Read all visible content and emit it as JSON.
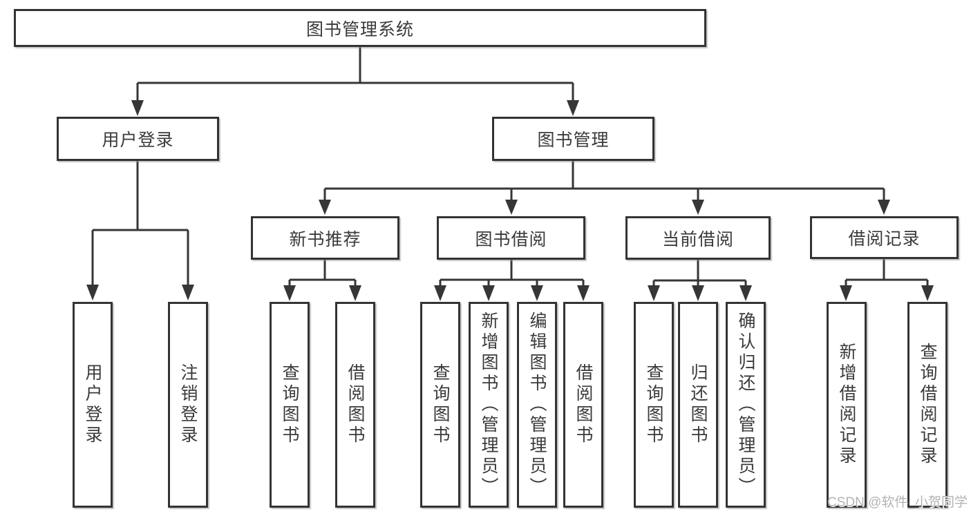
{
  "diagram": {
    "type": "hierarchy",
    "tree": {
      "label": "图书管理系统",
      "children": [
        {
          "label": "用户登录",
          "children": [
            {
              "label": "用户登录"
            },
            {
              "label": "注销登录"
            }
          ]
        },
        {
          "label": "图书管理",
          "children": [
            {
              "label": "新书推荐",
              "children": [
                {
                  "label": "查询图书"
                },
                {
                  "label": "借阅图书"
                }
              ]
            },
            {
              "label": "图书借阅",
              "children": [
                {
                  "label": "查询图书"
                },
                {
                  "label": "新增图书（管理员）"
                },
                {
                  "label": "编辑图书（管理员）"
                },
                {
                  "label": "借阅图书"
                }
              ]
            },
            {
              "label": "当前借阅",
              "children": [
                {
                  "label": "查询图书"
                },
                {
                  "label": "归还图书"
                },
                {
                  "label": "确认归还（管理员）"
                }
              ]
            },
            {
              "label": "借阅记录",
              "children": [
                {
                  "label": "新增借阅记录"
                },
                {
                  "label": "查询借阅记录"
                }
              ]
            }
          ]
        }
      ]
    },
    "colors": {
      "line": "#363636",
      "box_border": "#333333",
      "box_fill": "#ffffff",
      "text": "#3a3a3a",
      "watermark": "#b3b3b3",
      "background": "#ffffff"
    }
  },
  "watermark": {
    "text": "CSDN @软件_小贺同学"
  }
}
